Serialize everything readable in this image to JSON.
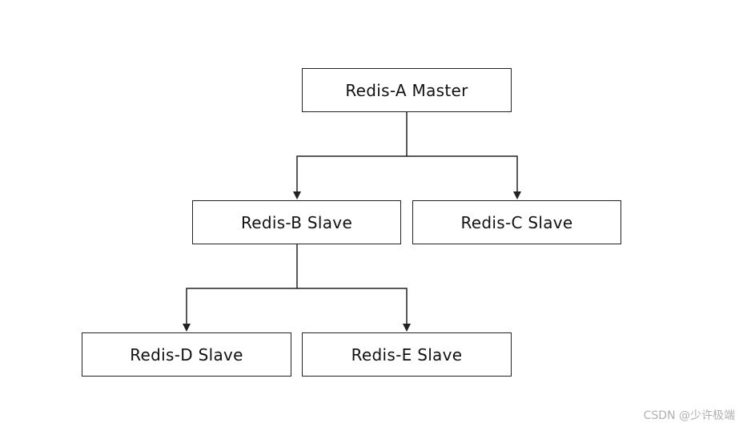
{
  "nodes": {
    "a": {
      "label": "Redis-A Master",
      "role": "master"
    },
    "b": {
      "label": "Redis-B Slave",
      "role": "slave"
    },
    "c": {
      "label": "Redis-C Slave",
      "role": "slave"
    },
    "d": {
      "label": "Redis-D Slave",
      "role": "slave"
    },
    "e": {
      "label": "Redis-E Slave",
      "role": "slave"
    }
  },
  "edges": [
    {
      "from": "a",
      "to": "b"
    },
    {
      "from": "a",
      "to": "c"
    },
    {
      "from": "b",
      "to": "d"
    },
    {
      "from": "b",
      "to": "e"
    }
  ],
  "watermark": "CSDN @少许极端",
  "colors": {
    "stroke": "#222222",
    "text": "#111111",
    "watermark": "#b0b0b0",
    "background": "#ffffff"
  }
}
